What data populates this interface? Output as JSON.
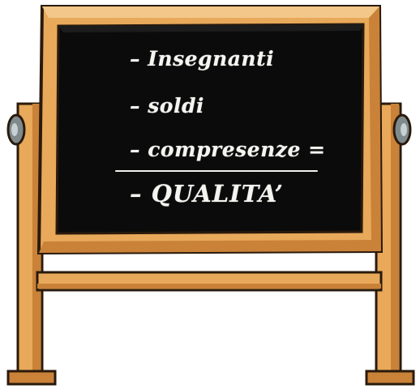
{
  "blackboard": {
    "lines": [
      "– Insegnanti",
      "– soldi",
      "– compresenze =",
      "– QUALITA’"
    ]
  },
  "colors": {
    "board": "#0b0b0b",
    "wood": "#e8a95a",
    "wood_dark": "#a85f22",
    "chalk": "#f4f4f0",
    "outline": "#2a1a0c"
  }
}
